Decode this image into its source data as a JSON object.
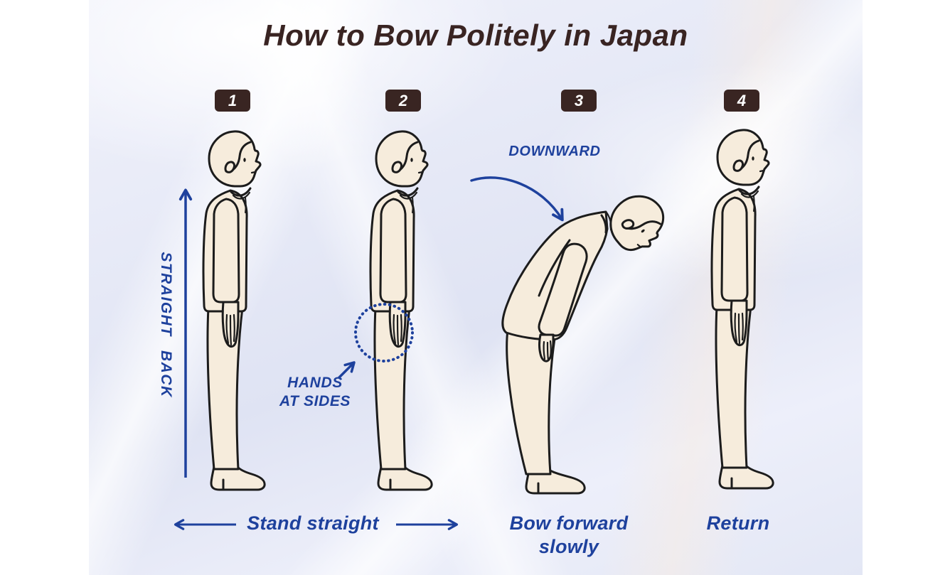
{
  "title": "How to Bow Politely in Japan",
  "steps": [
    {
      "number": "1"
    },
    {
      "number": "2"
    },
    {
      "number": "3"
    },
    {
      "number": "4"
    }
  ],
  "annotations": {
    "straight_back": "STRAIGHT BACK",
    "downward": "DOWNWARD",
    "hands_line1": "HANDS",
    "hands_line2": "AT SIDES"
  },
  "captions": {
    "stand_straight": "Stand straight",
    "bow_forward_line1": "Bow forward",
    "bow_forward_line2": "slowly",
    "return": "Return"
  },
  "figures": [
    {
      "step": "1",
      "pose": "standing upright, side profile facing right"
    },
    {
      "step": "2",
      "pose": "standing upright, hands at sides highlighted with dotted circle"
    },
    {
      "step": "3",
      "pose": "bowing forward slowly about 45 degrees"
    },
    {
      "step": "4",
      "pose": "standing upright, returned to start"
    }
  ],
  "colors": {
    "accent_blue": "#1e419d",
    "title_brown": "#392422",
    "badge_background": "#392522",
    "badge_text": "#ffffff",
    "figure_fill": "#f6ecdc",
    "figure_outline": "#1c1c1c",
    "background_lavender": "#e7eaf7"
  }
}
